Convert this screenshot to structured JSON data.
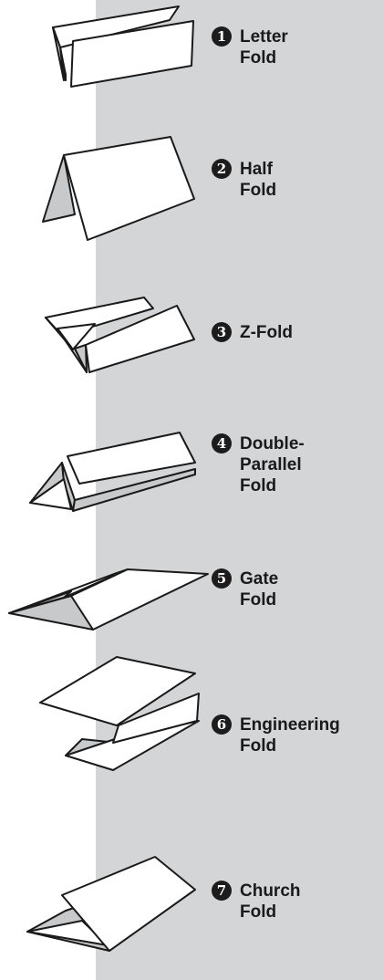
{
  "colors": {
    "panel": "#d4d5d7",
    "paper": "#ffffff",
    "shadow": "#c8c9cb",
    "ink": "#1a1a1a"
  },
  "folds": [
    {
      "number": "1",
      "lines": [
        "Letter",
        "Fold"
      ]
    },
    {
      "number": "2",
      "lines": [
        "Half",
        "Fold"
      ]
    },
    {
      "number": "3",
      "lines": [
        "Z-Fold"
      ]
    },
    {
      "number": "4",
      "lines": [
        "Double-",
        "Parallel",
        "Fold"
      ]
    },
    {
      "number": "5",
      "lines": [
        "Gate",
        "Fold"
      ]
    },
    {
      "number": "6",
      "lines": [
        "Engineering",
        "Fold"
      ]
    },
    {
      "number": "7",
      "lines": [
        "Church",
        "Fold"
      ]
    }
  ]
}
